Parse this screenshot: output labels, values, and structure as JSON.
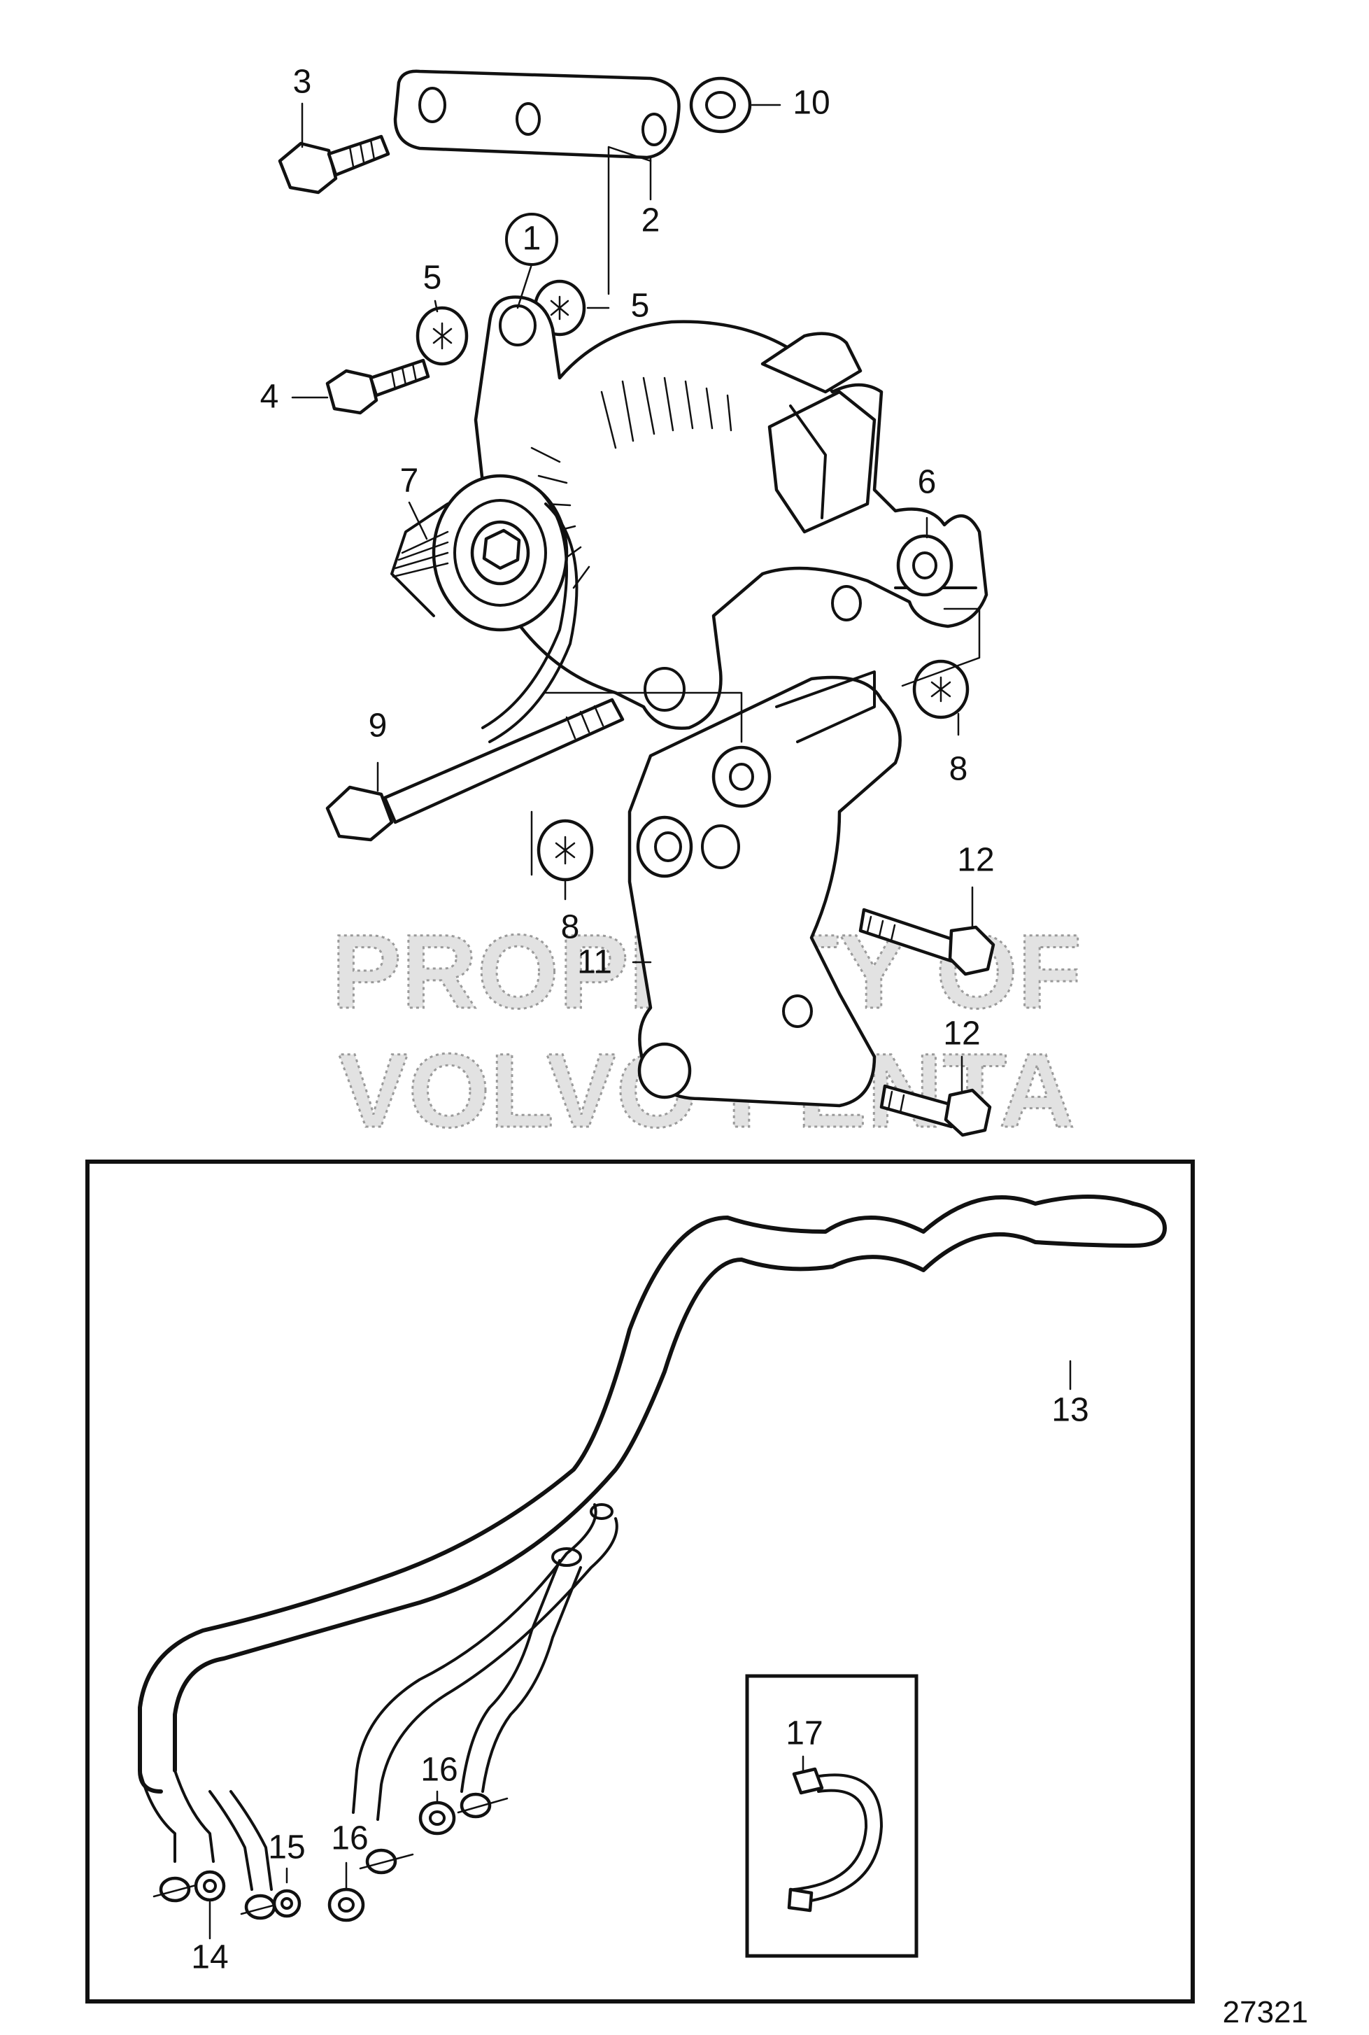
{
  "callouts": {
    "c1": "1",
    "c2": "2",
    "c3": "3",
    "c4": "4",
    "c5a": "5",
    "c5b": "5",
    "c6": "6",
    "c7": "7",
    "c8a": "8",
    "c8b": "8",
    "c9": "9",
    "c10": "10",
    "c11": "11",
    "c12a": "12",
    "c12b": "12",
    "c13": "13",
    "c14": "14",
    "c15": "15",
    "c16a": "16",
    "c16b": "16",
    "c17": "17"
  },
  "watermark": {
    "line1": "PROPERTY OF",
    "line2": "VOLVO PENTA"
  },
  "figure_number": "27321"
}
